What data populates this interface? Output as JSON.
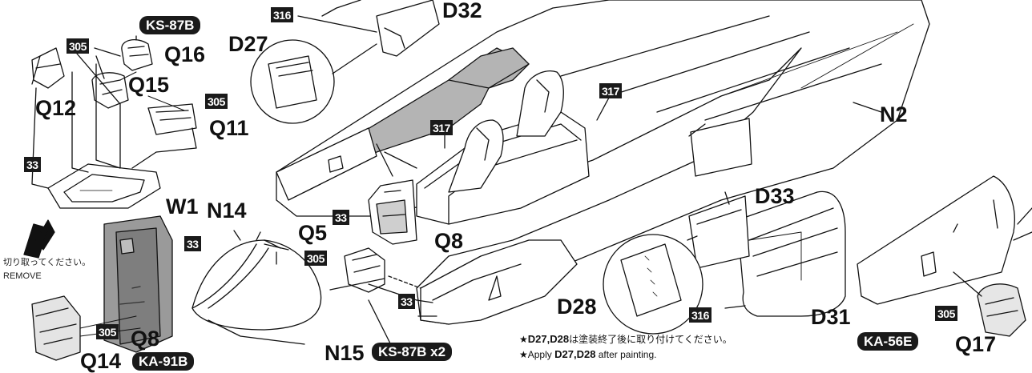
{
  "parts": {
    "D32": "D32",
    "D27": "D27",
    "Q16": "Q16",
    "Q15": "Q15",
    "Q12": "Q12",
    "Q11": "Q11",
    "W1": "W1",
    "N14": "N14",
    "Q5": "Q5",
    "Q8a": "Q8",
    "Q8b": "Q8",
    "Q14": "Q14",
    "N15": "N15",
    "N2": "N2",
    "D33": "D33",
    "D28": "D28",
    "D31": "D31",
    "Q17": "Q17"
  },
  "colors": {
    "c316a": "316",
    "c305a": "305",
    "c305b": "305",
    "c33a": "33",
    "c33b": "33",
    "c33c": "33",
    "c317a": "317",
    "c317b": "317",
    "c305c": "305",
    "c33d": "33",
    "c305d": "305",
    "c316b": "316",
    "c305e": "305"
  },
  "badges": {
    "ks87b": "KS-87B",
    "ka91b": "KA-91B",
    "ks87b_x2": "KS-87B x2",
    "ka56e": "KA-56E"
  },
  "remove": {
    "jp": "切り取ってください。",
    "en": "REMOVE"
  },
  "notes": {
    "jp_star": "★",
    "jp_parts": "D27,D28",
    "jp_text": "は塗装終了後に取り付けてください。",
    "en_star": "★Apply ",
    "en_parts": "D27,D28",
    "en_text": " after painting."
  }
}
